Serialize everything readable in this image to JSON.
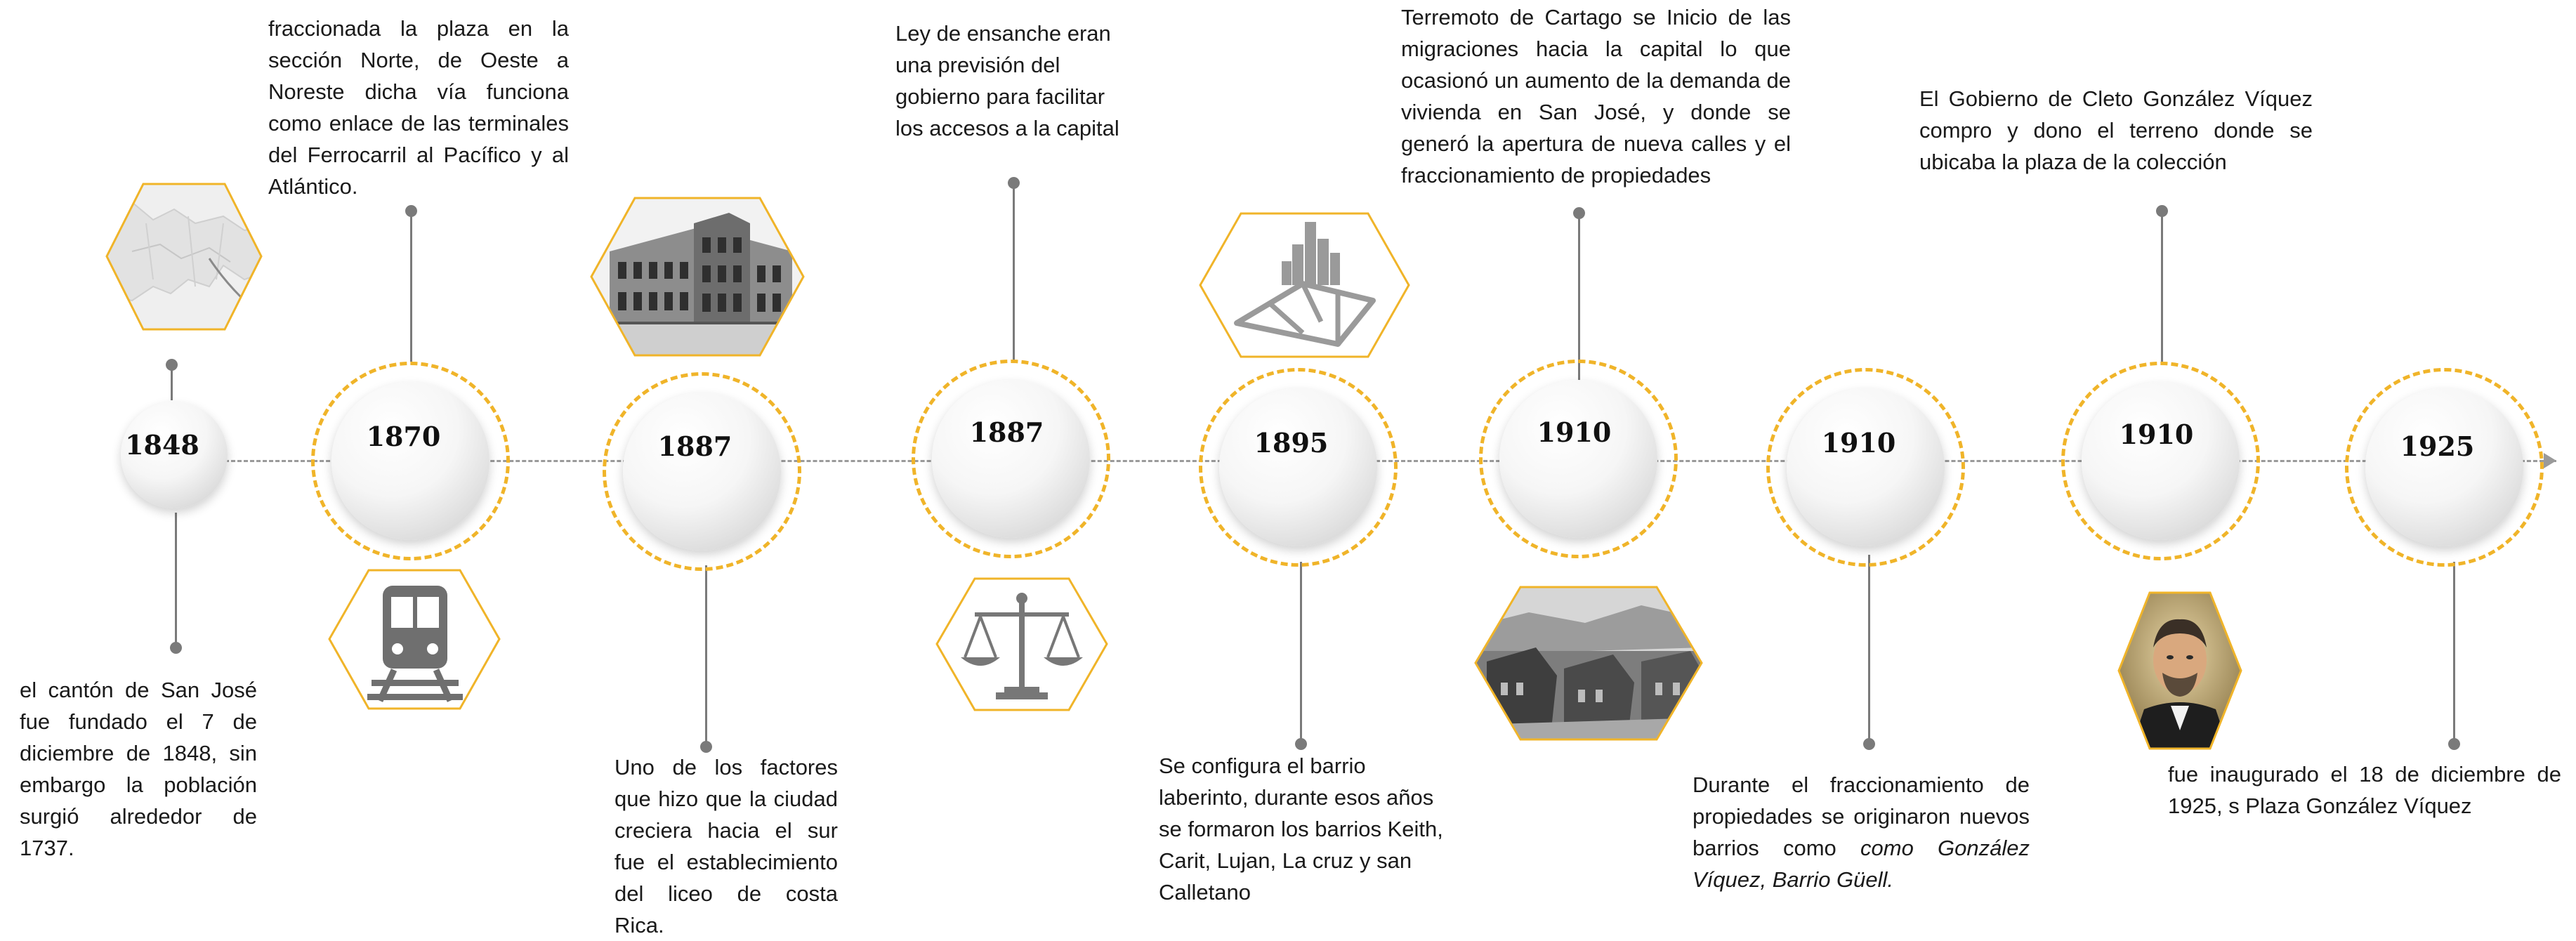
{
  "colors": {
    "ring": "#f0b429",
    "connector": "#7a7a7a",
    "axis": "#9a9a9a",
    "text": "#1a1a1a"
  },
  "events": [
    {
      "year": "1848",
      "icon": "map-icon",
      "text": "el cantón de San José fue fundado el 7 de diciembre de 1848, sin embargo la población surgió alrededor de 1737."
    },
    {
      "year": "1870",
      "icon": "train-icon",
      "text": "fraccionada la plaza en la sección Norte, de Oeste a Noreste dicha vía funciona como enlace de las terminales del Ferrocarril al Pacífico y al Atlántico."
    },
    {
      "year": "1887",
      "icon": "historic-building-photo-icon",
      "text": "Uno de los factores que hizo que la ciudad creciera hacia el sur fue el establecimiento del liceo de costa Rica."
    },
    {
      "year": "1887",
      "icon": "scales-icon",
      "text": "Ley de ensanche eran una previsión del gobierno para facilitar los accesos a la capital"
    },
    {
      "year": "1895",
      "icon": "city-map-icon",
      "text": "Se configura el barrio laberinto, durante esos años se formaron los barrios Keith, Carit, Lujan, La cruz y san Calletano"
    },
    {
      "year": "1910",
      "icon": "earthquake-ruins-photo-icon",
      "text": "Terremoto de Cartago se Inicio de las migraciones hacia la capital lo que ocasionó un aumento de la demanda de vivienda en San José, y donde se generó la apertura de nueva calles y el fraccionamiento de propiedades"
    },
    {
      "year": "1910",
      "icon": "",
      "text": "Durante el fraccionamiento de propiedades se originaron nuevos barrios como",
      "text_italic": "como González Víquez, Barrio Güell."
    },
    {
      "year": "1910",
      "icon": "portrait-photo-icon",
      "text": "El Gobierno de Cleto González Víquez compro y dono el terreno donde se ubicaba la plaza de la colección"
    },
    {
      "year": "1925",
      "icon": "",
      "text": "fue inaugurado el 18 de diciembre de 1925, s Plaza González Víquez"
    }
  ]
}
